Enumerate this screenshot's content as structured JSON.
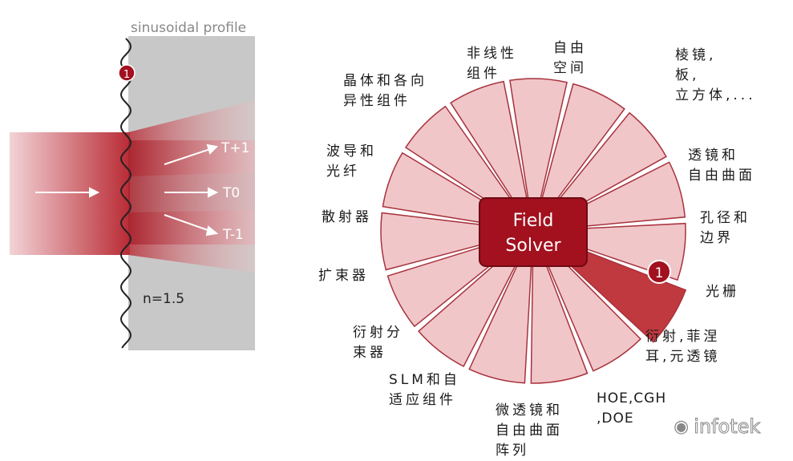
{
  "left_diagram": {
    "profile_label": "sinusoidal profile",
    "marker_number": "1",
    "order_plus": "T+1",
    "order_zero": "T0",
    "order_minus": "T-1",
    "index_label": "n=1.5"
  },
  "wheel": {
    "center_line1": "Field",
    "center_line2": "Solver",
    "highlight_marker": "1",
    "segments": [
      "非线性\n组件",
      "自由\n空间",
      "棱镜,\n板,\n立方体,...",
      "透镜和\n自由曲面",
      "孔径和\n边界",
      "光栅",
      "衍射,菲涅\n耳,元透镜",
      "HOE,CGH\n,DOE",
      "微透镜和\n自由曲面\n阵列",
      "SLM和自\n适应组件",
      "衍射分\n束器",
      "扩束器",
      "散射器",
      "波导和\n光纤",
      "晶体和各向\n异性组件"
    ]
  },
  "watermark": {
    "brand": "infotek"
  },
  "colors": {
    "segment_fill": "#f0c6c9",
    "segment_border": "#a8323c",
    "highlight_fill": "#c0393f",
    "center_fill": "#a3101e",
    "grating_gray": "#c8c8c8"
  }
}
